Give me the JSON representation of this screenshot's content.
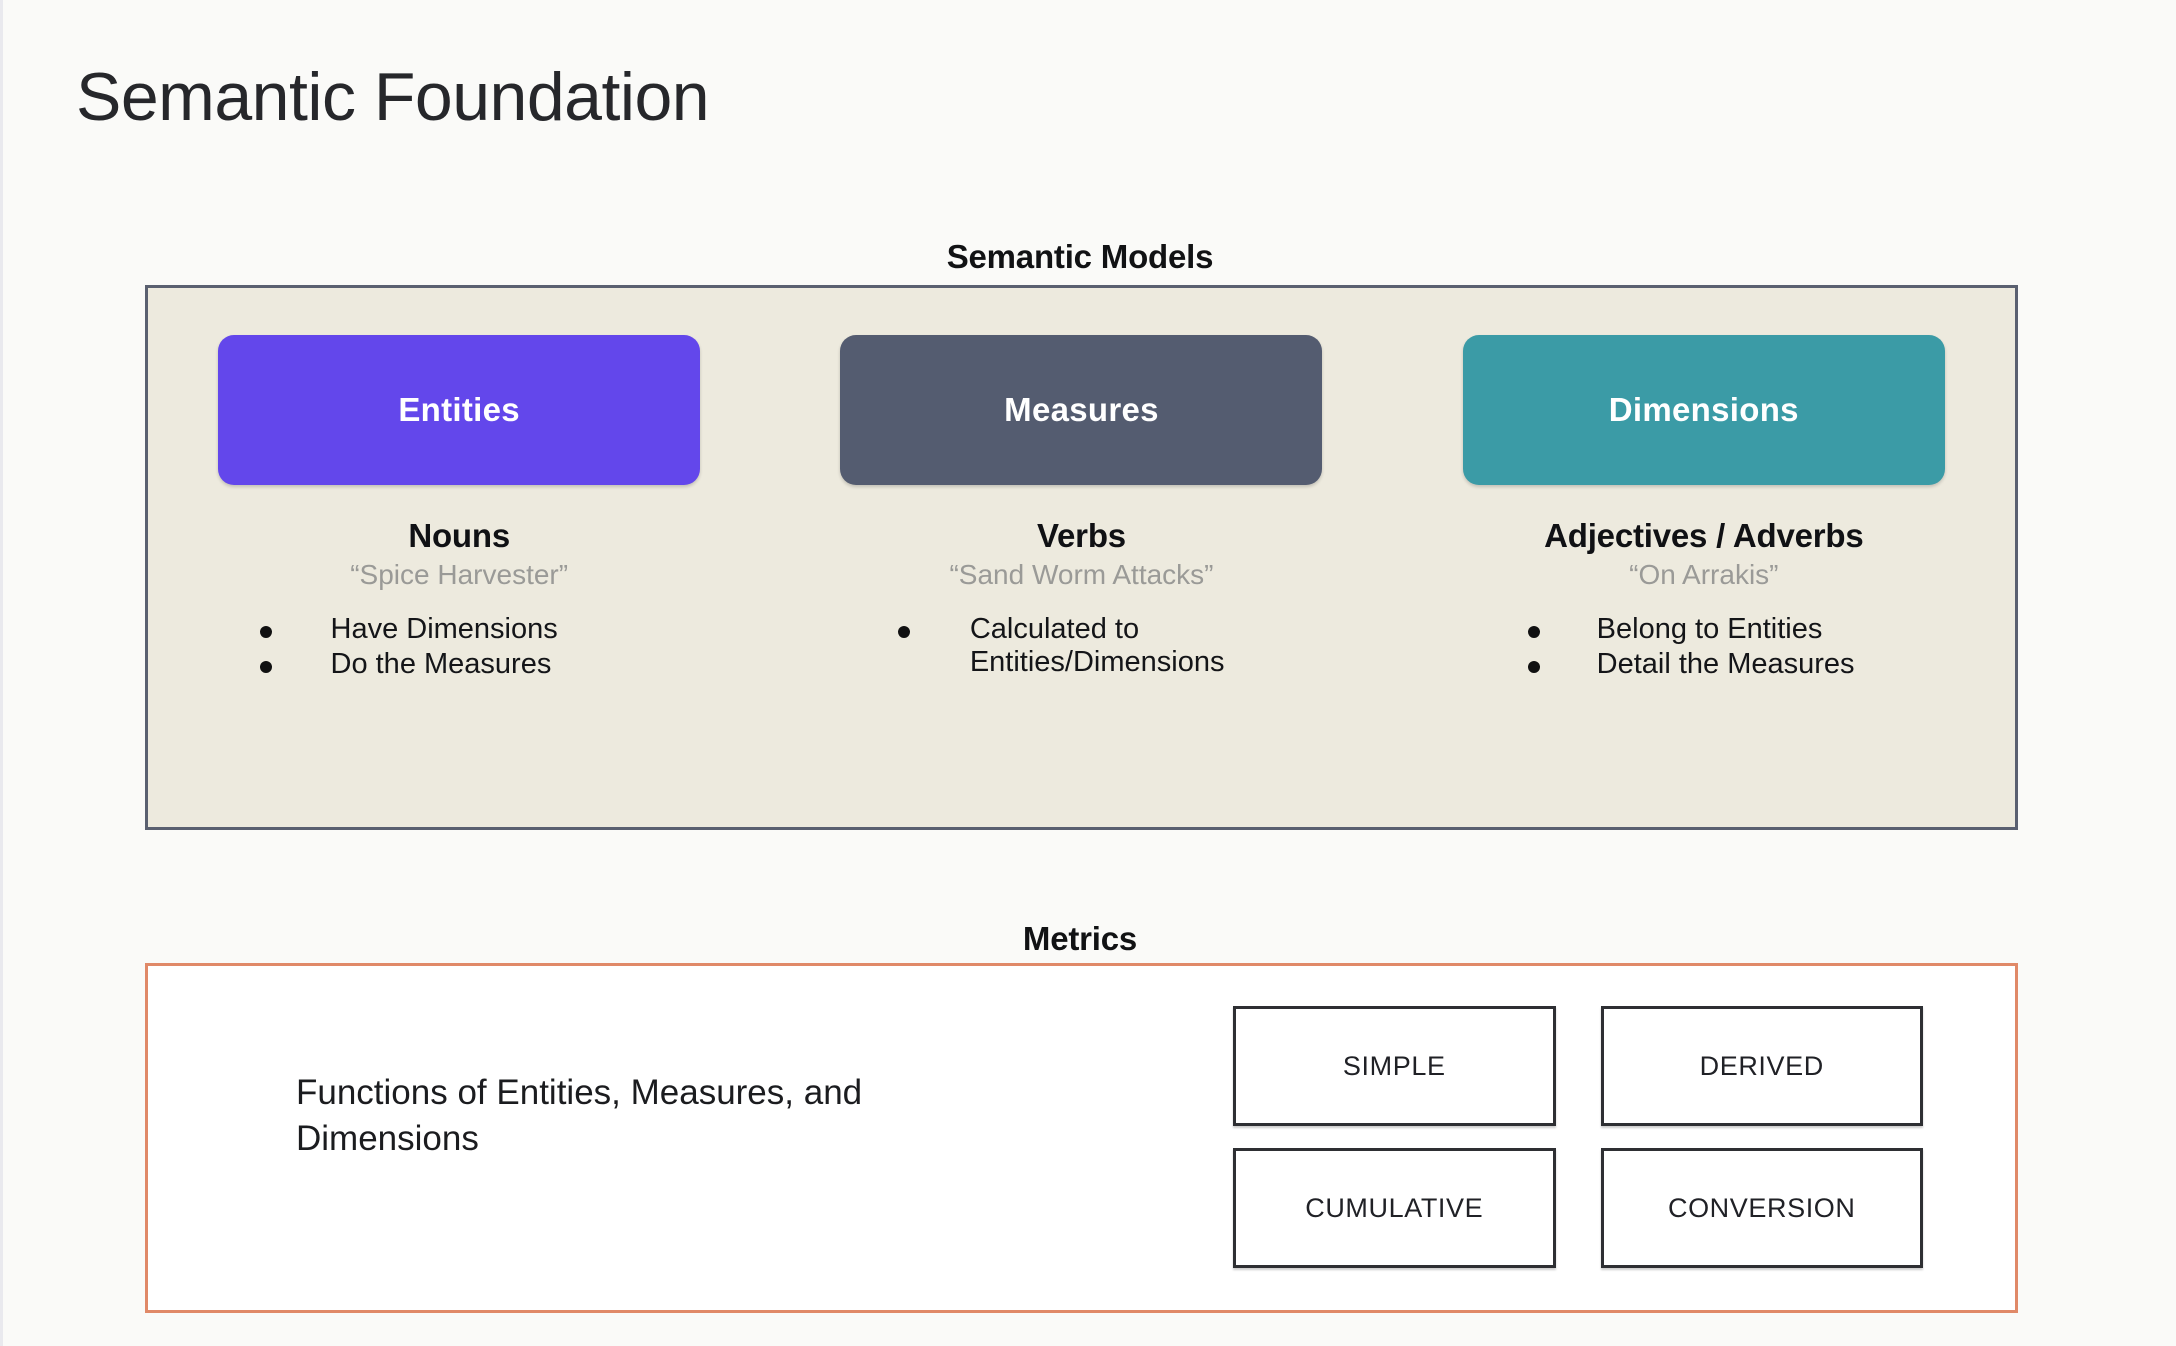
{
  "slide": {
    "title": "Semantic Foundation",
    "background_color": "#FAFAF8"
  },
  "semantic_models": {
    "header": "Semantic Models",
    "panel_background": "#EDEADE",
    "panel_border_color": "#5A6070",
    "columns": [
      {
        "chip_label": "Entities",
        "chip_color": "#6347EB",
        "part_of_speech": "Nouns",
        "example": "“Spice Harvester”",
        "bullets": [
          "Have Dimensions",
          "Do the Measures"
        ]
      },
      {
        "chip_label": "Measures",
        "chip_color": "#545C70",
        "part_of_speech": "Verbs",
        "example": "“Sand Worm Attacks”",
        "bullets": [
          "Calculated to Entities/Dimensions"
        ]
      },
      {
        "chip_label": "Dimensions",
        "chip_color": "#3B9BA6",
        "part_of_speech": "Adjectives / Adverbs",
        "example": "“On Arrakis”",
        "bullets": [
          "Belong to Entities",
          "Detail the Measures"
        ]
      }
    ]
  },
  "metrics": {
    "header": "Metrics",
    "panel_border_color": "#E08968",
    "description": "Functions of Entities, Measures, and Dimensions",
    "types": [
      "SIMPLE",
      "DERIVED",
      "CUMULATIVE",
      "CONVERSION"
    ]
  }
}
